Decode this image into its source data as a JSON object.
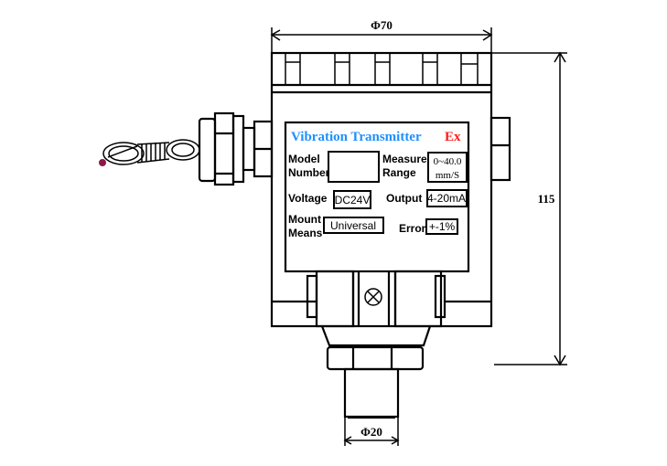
{
  "diagram": {
    "title": "Vibration Transmitter",
    "badge": "Ex",
    "colors": {
      "title": "#1e90ff",
      "badge": "#ff1a1a",
      "line": "#000000"
    },
    "dimensions": {
      "top_width": "Φ70",
      "height": "115",
      "bottom_width": "Φ20"
    },
    "nameplate": {
      "model_label_1": "Model",
      "model_label_2": "Number",
      "model_value": "",
      "range_label_1": "Measure",
      "range_label_2": "Range",
      "range_value_1": "0~40.0",
      "range_value_2": "mm/S",
      "voltage_label": "Voltage",
      "voltage_value": "DC24V",
      "output_label": "Output",
      "output_value": "4-20mA",
      "mount_label_1": "Mount",
      "mount_label_2": "Means",
      "mount_value": "Universal",
      "error_label": "Error",
      "error_value": "+-1%"
    }
  }
}
